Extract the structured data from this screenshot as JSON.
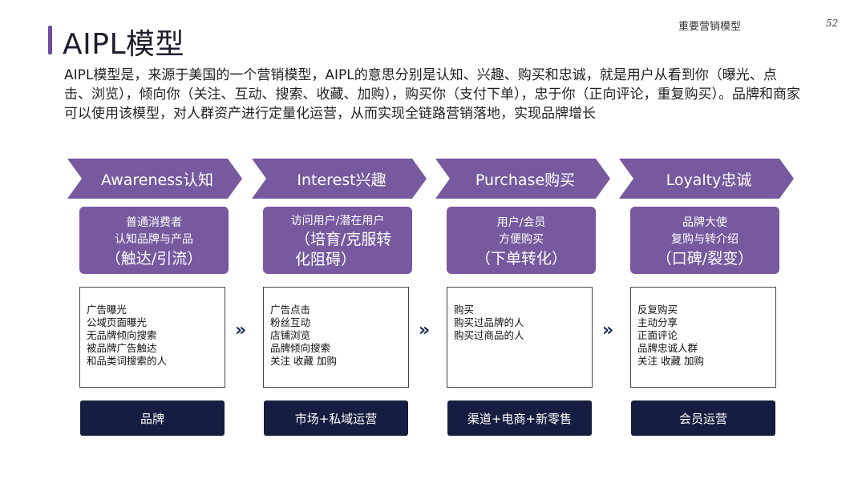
{
  "header": {
    "title": "AIPL模型",
    "section_label": "重要营销模型",
    "page_number": "52"
  },
  "intro": {
    "text": "AIPL模型是，来源于美国的一个营销模型，AIPL的意思分别是认知、兴趣、购买和忠诚，就是用户从看到你（曝光、点击、浏览），倾向你（关注、互动、搜索、收藏、加购），购买你（支付下单），忠于你（正向评论，重复购买）。品牌和商家可以使用该模型，对人群资产进行定量化运营，从而实现全链路营销落地，实现品牌增长"
  },
  "stages": [
    {
      "name": "Awareness认知",
      "profile": {
        "line1": "普通消费者",
        "line2": "认知品牌与产品",
        "line3": "（触达/引流）"
      },
      "details": [
        "广告曝光",
        "公域页面曝光",
        "无品牌倾向搜索",
        "被品牌广告触达",
        "和品类词搜索的人"
      ],
      "channel": "品牌"
    },
    {
      "name": "Interest兴趣",
      "profile": {
        "line1": "访问用户/潜在用户",
        "line2": "",
        "line3": "（培育/克服转化阻碍）"
      },
      "details": [
        "广告点击",
        "粉丝互动",
        "店铺浏览",
        "品牌倾向搜索",
        "关注 收藏 加购"
      ],
      "channel": "市场+私域运营"
    },
    {
      "name": "Purchase购买",
      "profile": {
        "line1": "用户/会员",
        "line2": "方便购买",
        "line3": "（下单转化）"
      },
      "details": [
        "购买",
        "购买过品牌的人",
        "购买过商品的人"
      ],
      "channel": "渠道+电商+新零售"
    },
    {
      "name": "Loyalty忠诚",
      "profile": {
        "line1": "品牌大使",
        "line2": "复购与转介绍",
        "line3": "（口碑/裂变）"
      },
      "details": [
        "反复购买",
        "主动分享",
        "正面评论",
        "品牌忠诚人群",
        "关注 收藏 加购"
      ],
      "channel": "会员运营"
    }
  ],
  "connector_glyph": "»",
  "colors": {
    "accent": "#6b4f9a",
    "stage_purple": "#76599f",
    "channel_navy": "#151d40",
    "chevron": "#1f2a4d"
  }
}
